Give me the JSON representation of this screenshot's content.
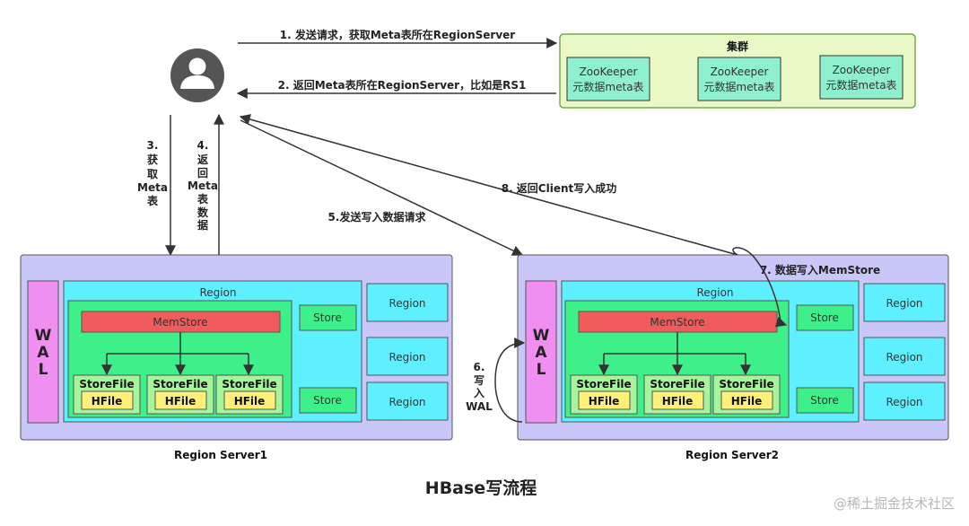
{
  "title": "HBase写流程",
  "watermark": "@稀土掘金技术社区",
  "colors": {
    "cluster_bg": "#eaf8c8",
    "cluster_border": "#7aa84a",
    "zk_bg": "#8ff0d0",
    "server_bg": "#c9c7f8",
    "region_bg": "#5ff0ff",
    "store_bg": "#3ef08a",
    "memstore_bg": "#f25b5b",
    "storefile_bg": "#a6f59a",
    "hfile_bg": "#fff07a",
    "wal_bg": "#f08ef2",
    "arrow": "#333333"
  },
  "cluster": {
    "label": "集群",
    "zookeepers": [
      {
        "line1": "ZooKeeper",
        "line2": "元数据meta表"
      },
      {
        "line1": "ZooKeeper",
        "line2": "元数据meta表"
      },
      {
        "line1": "ZooKeeper",
        "line2": "元数据meta表"
      }
    ]
  },
  "client": {
    "icon": "user-icon"
  },
  "steps": {
    "s1": "1. 发送请求，获取Meta表所在RegionServer",
    "s2": "2. 返回Meta表所在RegionServer，比如是RS1",
    "s3": [
      "3.",
      "获",
      "取",
      "Meta",
      "表"
    ],
    "s4": [
      "4.",
      "返",
      "回",
      "Meta",
      "表",
      "数",
      "据"
    ],
    "s5": "5.发送写入数据请求",
    "s6": [
      "6.",
      "写",
      "入",
      "WAL"
    ],
    "s7": "7. 数据写入MemStore",
    "s8": "8. 返回Client写入成功"
  },
  "servers": [
    {
      "name": "Region Server1",
      "wal": [
        "W",
        "A",
        "L"
      ],
      "region_label": "Region",
      "memstore": "MemStore",
      "storefiles": [
        {
          "label": "StoreFile",
          "hfile": "HFile"
        },
        {
          "label": "StoreFile",
          "hfile": "HFile"
        },
        {
          "label": "StoreFile",
          "hfile": "HFile"
        }
      ],
      "stores": [
        "Store",
        "Store"
      ],
      "regions": [
        "Region",
        "Region",
        "Region"
      ]
    },
    {
      "name": "Region Server2",
      "wal": [
        "W",
        "A",
        "L"
      ],
      "region_label": "Region",
      "memstore": "MemStore",
      "storefiles": [
        {
          "label": "StoreFile",
          "hfile": "HFile"
        },
        {
          "label": "StoreFile",
          "hfile": "HFile"
        },
        {
          "label": "StoreFile",
          "hfile": "HFile"
        }
      ],
      "stores": [
        "Store",
        "Store"
      ],
      "regions": [
        "Region",
        "Region",
        "Region"
      ]
    }
  ]
}
